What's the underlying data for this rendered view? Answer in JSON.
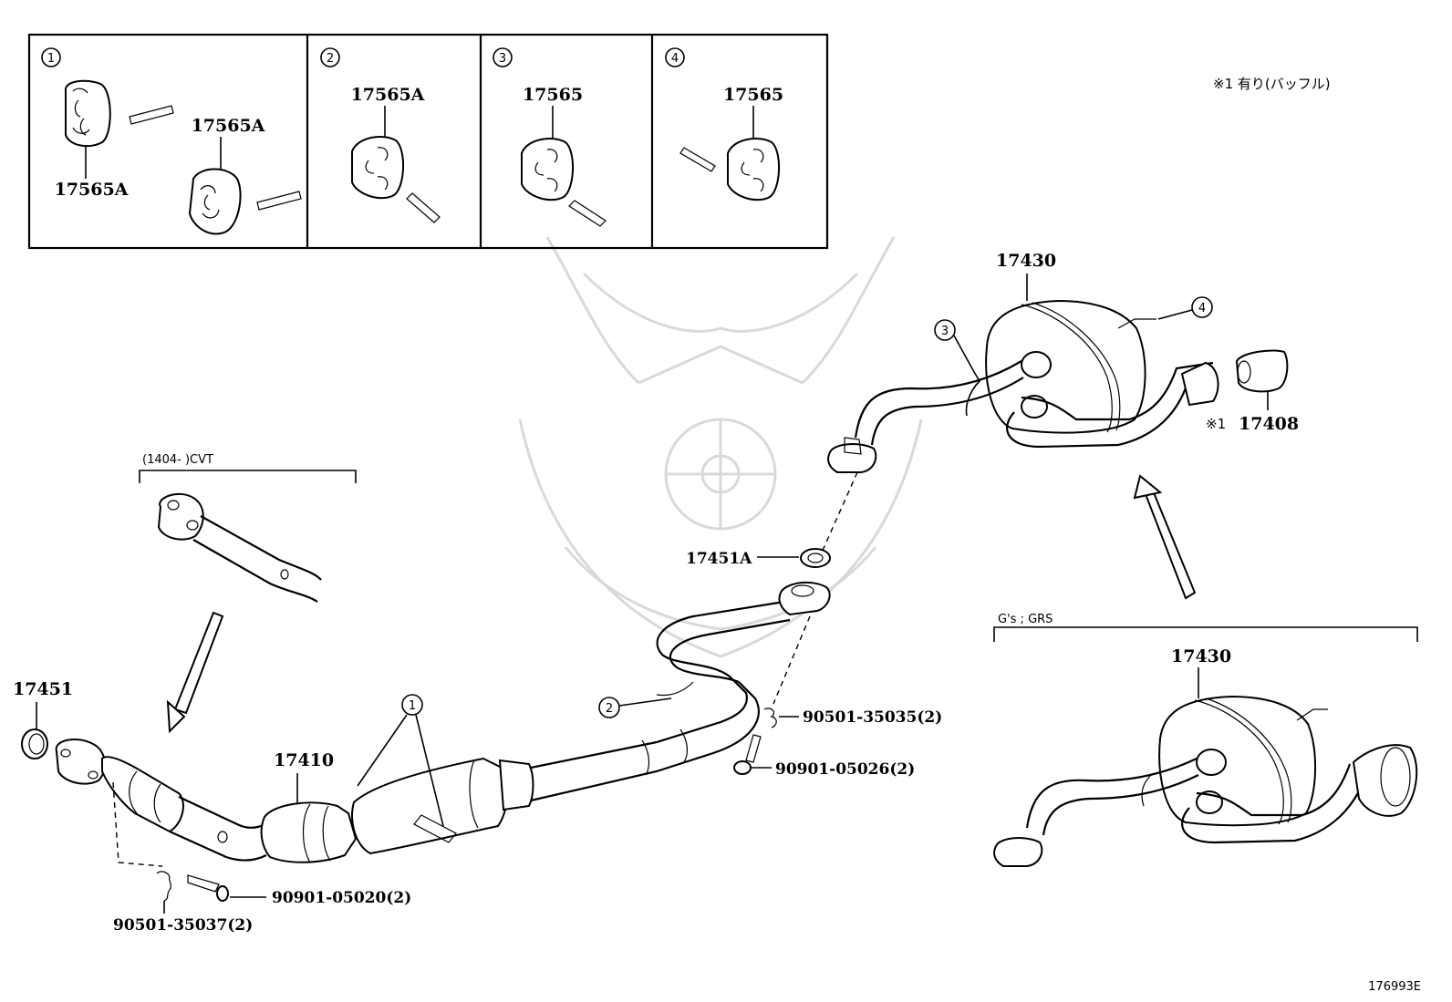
{
  "insets": [
    {
      "num": "1",
      "parts": [
        "17565A",
        "17565A"
      ]
    },
    {
      "num": "2",
      "parts": [
        "17565A"
      ]
    },
    {
      "num": "3",
      "parts": [
        "17565"
      ]
    },
    {
      "num": "4",
      "parts": [
        "17565"
      ]
    }
  ],
  "legend_note": "※1  有り(バッフル)",
  "cvt_note": "(1404-      )CVT",
  "grs_note": "G's ; GRS",
  "parts": {
    "muffler_top": "17430",
    "muffler_grs": "17430",
    "tail_pipe": "17408",
    "tail_pipe_mark": "※1",
    "gasket_mid": "17451A",
    "gasket_front": "17451",
    "front_pipe": "17410",
    "spring_mid": "90501-35035(2)",
    "bolt_mid": "90901-05026(2)",
    "bolt_front": "90901-05020(2)",
    "spring_front": "90501-35037(2)"
  },
  "callouts": {
    "c1": "1",
    "c2": "2",
    "c3": "3",
    "c4": "4"
  },
  "diagram_code": "176993E"
}
